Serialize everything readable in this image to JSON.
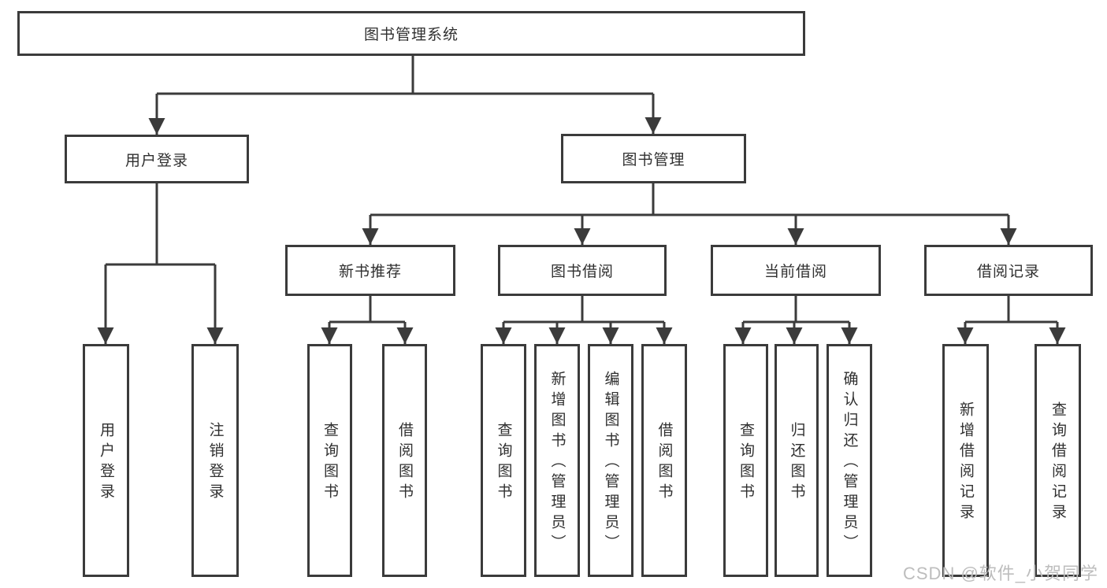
{
  "watermark": "CSDN @软件_小贺同学",
  "colors": {
    "line": "#3b3b3b",
    "text": "#303030",
    "watermark": "#bdbdbd",
    "background": "#ffffff"
  },
  "tree": {
    "root": "图书管理系统",
    "branches": [
      {
        "label": "用户登录",
        "children": [
          "用户登录",
          "注销登录"
        ]
      },
      {
        "label": "图书管理",
        "groups": [
          {
            "label": "新书推荐",
            "children": [
              "查询图书",
              "借阅图书"
            ]
          },
          {
            "label": "图书借阅",
            "children": [
              "查询图书",
              "新增图书（管理员）",
              "编辑图书（管理员）",
              "借阅图书"
            ]
          },
          {
            "label": "当前借阅",
            "children": [
              "查询图书",
              "归还图书",
              "确认归还（管理员）"
            ]
          },
          {
            "label": "借阅记录",
            "children": [
              "新增借阅记录",
              "查询借阅记录"
            ]
          }
        ]
      }
    ]
  }
}
